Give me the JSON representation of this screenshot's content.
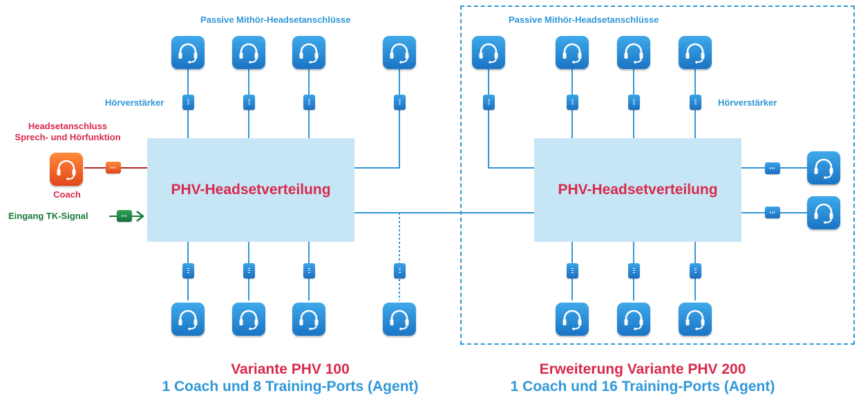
{
  "labels": {
    "passive_left": "Passive Mithör-Headsetanschlüsse",
    "passive_right": "Passive Mithör-Headsetanschlüsse",
    "amp_left": "Hörverstärker",
    "amp_right": "Hörverstärker",
    "coach_title_1": "Headsetanschluss",
    "coach_title_2": "Sprech- und Hörfunktion",
    "coach": "Coach",
    "input_signal": "Eingang TK-Signal"
  },
  "hubs": {
    "left": "PHV-Headsetverteilung",
    "right": "PHV-Headsetverteilung"
  },
  "captions": {
    "left_line1": "Variante PHV 100",
    "left_line2": "1 Coach und 8 Training-Ports (Agent)",
    "right_line1": "Erweiterung Variante PHV 200",
    "right_line2": "1 Coach und 16 Training-Ports (Agent)"
  },
  "colors": {
    "accent_blue": "#2f97d8",
    "hub_fill": "#c6e6f5",
    "title_red": "#d8294c",
    "coach_orange": "#ee5a24",
    "signal_green": "#167a3a"
  },
  "icons": {
    "agent": "headset-icon",
    "coach": "coach-headset-icon",
    "amplifier": "amplifier-icon"
  }
}
